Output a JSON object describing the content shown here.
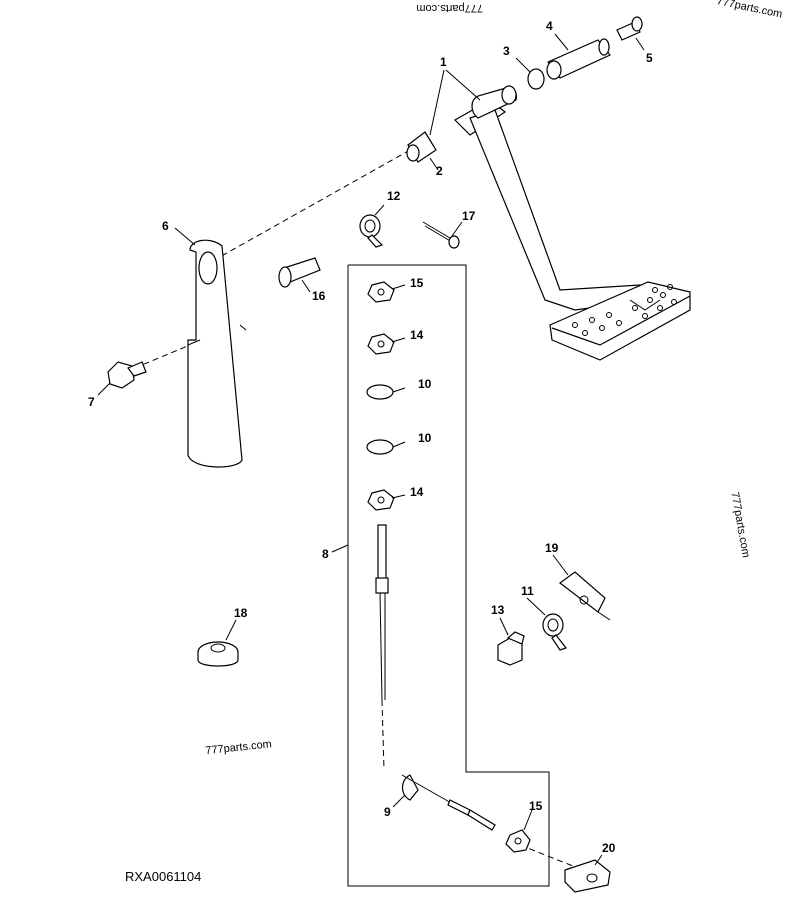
{
  "watermarks": [
    "777parts.com",
    "777parts.com",
    "777parts.com",
    "777parts.com"
  ],
  "drawing_code": "RXA0061104",
  "callouts": [
    "1",
    "2",
    "3",
    "4",
    "5",
    "6",
    "7",
    "8",
    "9",
    "10",
    "10",
    "11",
    "12",
    "13",
    "14",
    "14",
    "15",
    "15",
    "16",
    "17",
    "18",
    "19",
    "20"
  ]
}
